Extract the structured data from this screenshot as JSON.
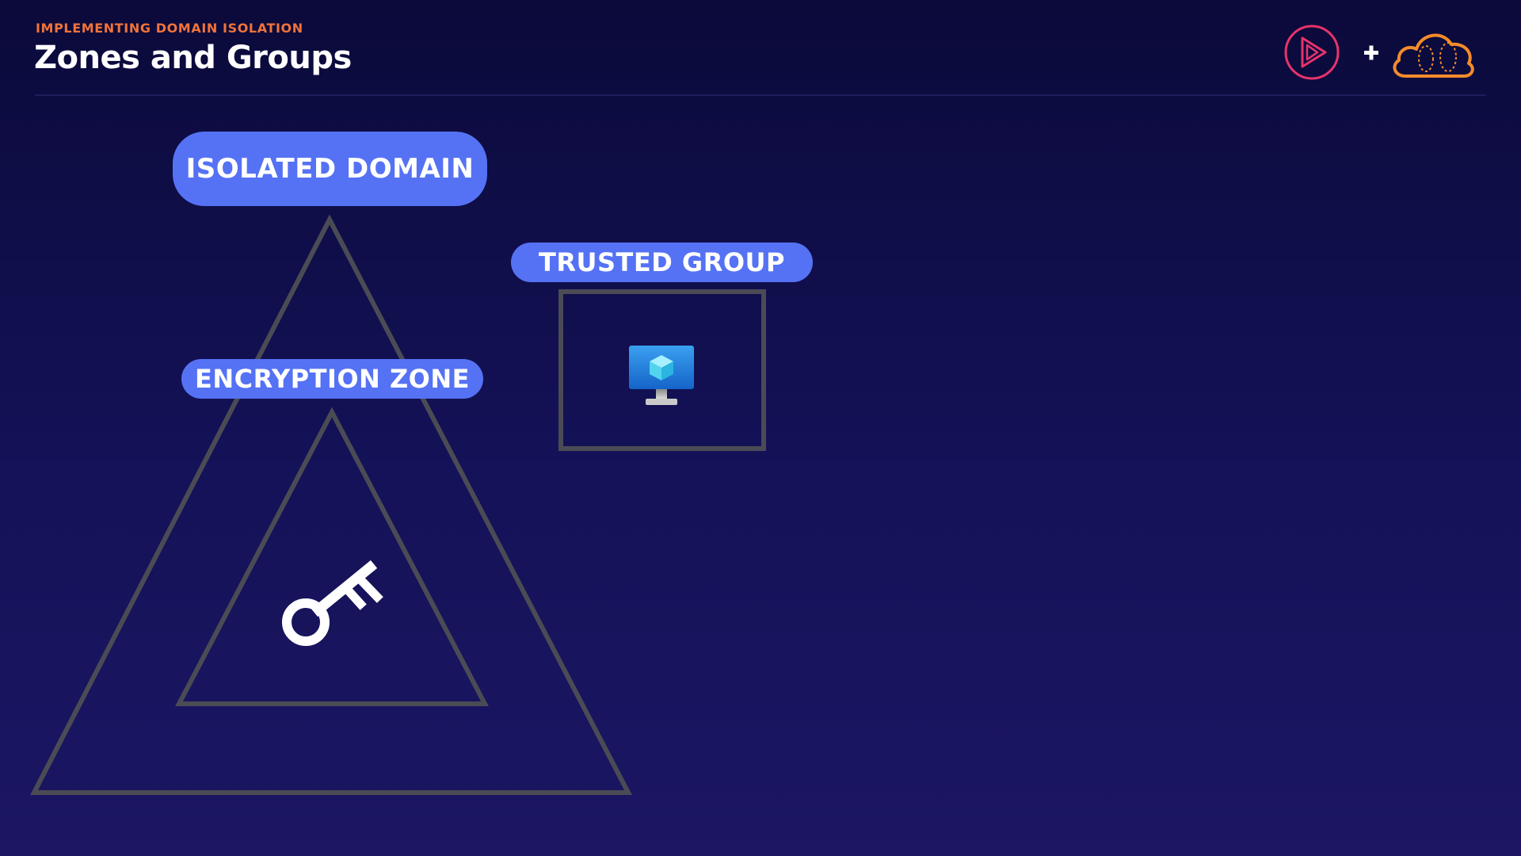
{
  "header": {
    "eyebrow": "IMPLEMENTING DOMAIN ISOLATION",
    "title": "Zones and Groups"
  },
  "brand": {
    "play_icon": "play-logo-icon",
    "plus": "+",
    "cloud_icon": "cloud-logo-icon",
    "colors": {
      "play": "#e8336a",
      "cloud": "#f58b2a",
      "plus": "#ffffff"
    }
  },
  "diagram": {
    "labels": {
      "isolated_domain": "ISOLATED DOMAIN",
      "trusted_group": "TRUSTED GROUP",
      "encryption_zone": "ENCRYPTION ZONE"
    },
    "icons": {
      "key": "key-icon",
      "computer": "virtual-machine-monitor-icon"
    },
    "colors": {
      "pill": "#5572f4",
      "outline": "#4b4b55",
      "background_top": "#0b0a3a",
      "background_bottom": "#1c1663"
    }
  }
}
